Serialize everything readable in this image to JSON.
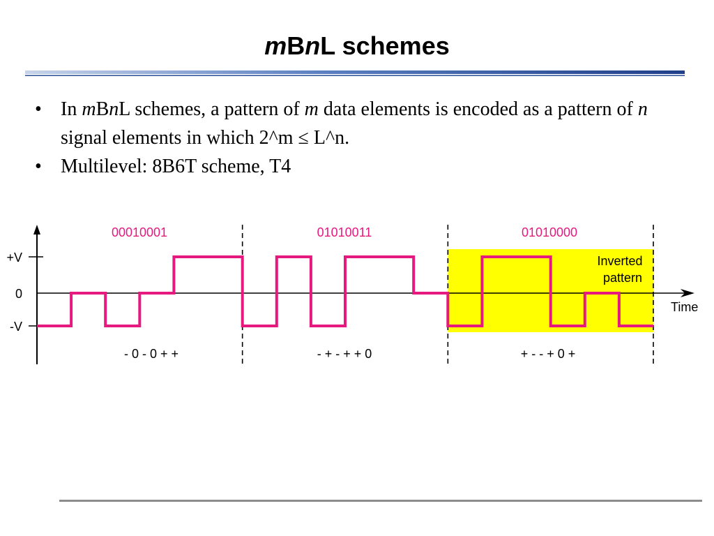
{
  "slide": {
    "title": {
      "p1": "m",
      "p2": "B",
      "p3": "n",
      "p4": "L schemes"
    },
    "bullets": [
      {
        "p1": "In ",
        "p2": "m",
        "p3": "B",
        "p4": "n",
        "p5": "L schemes, a pattern of ",
        "p6": "m",
        "p7": " data elements is encoded as a pattern of ",
        "p8": "n",
        "p9": " signal elements in which 2^m ≤ L^n."
      },
      {
        "text": "Multilevel: 8B6T scheme, T4"
      }
    ]
  },
  "diagram": {
    "y_axis_labels": {
      "plus_v": "+V",
      "zero": "0",
      "minus_v": "-V"
    },
    "time_label": "Time",
    "data_groups": [
      "00010001",
      "01010011",
      "01010000"
    ],
    "signal_groups": [
      "- 0 - 0 + +",
      "- + - + + 0",
      "+ - - + 0 +"
    ],
    "highlight_label_lines": [
      "Inverted",
      "pattern"
    ],
    "levels": [
      -1,
      0,
      -1,
      0,
      1,
      1,
      -1,
      1,
      -1,
      1,
      1,
      0,
      -1,
      1,
      1,
      -1,
      0,
      -1
    ],
    "inverted_group_index": 2,
    "colors": {
      "signal": "#e6197e",
      "data_label": "#e6197e",
      "highlight": "#ffff00",
      "axis": "#000000",
      "title_rule_blue": "#2a4f96",
      "footer_rule": "#8c8c8c"
    }
  }
}
